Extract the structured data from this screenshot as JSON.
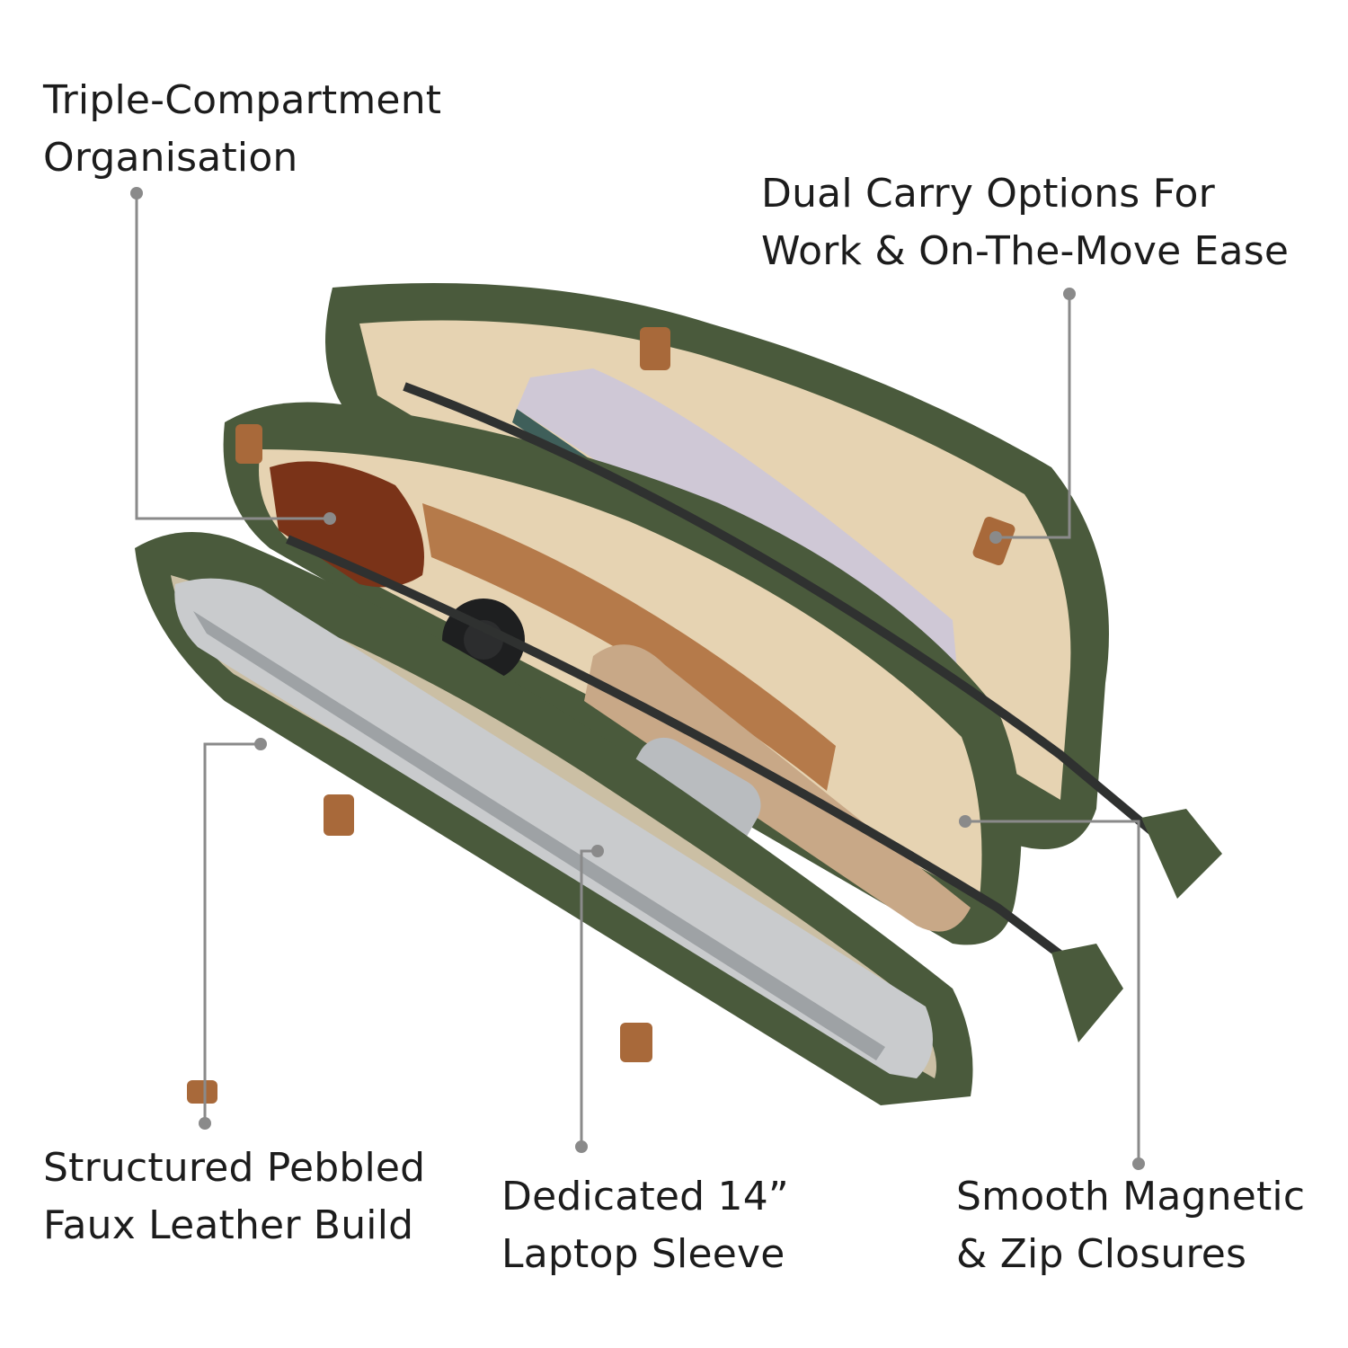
{
  "callouts": {
    "compartments": {
      "line1": "Triple-Compartment",
      "line2": "Organisation"
    },
    "carry": {
      "line1": "Dual Carry Options For",
      "line2": "Work & On-The-Move Ease"
    },
    "build": {
      "line1": "Structured Pebbled",
      "line2": "Faux Leather Build"
    },
    "laptop": {
      "line1": "Dedicated 14”",
      "line2": "Laptop Sleeve"
    },
    "closures": {
      "line1": "Smooth Magnetic",
      "line2": "& Zip Closures"
    }
  },
  "colors": {
    "leather": "#4a5a3c",
    "leather_dark": "#34402b",
    "lining": "#e6d3b2",
    "lining_shadow": "#c9b38e",
    "tab": "#a8693a",
    "zipper": "#2f3130",
    "callout_line": "#8a8a8a"
  }
}
